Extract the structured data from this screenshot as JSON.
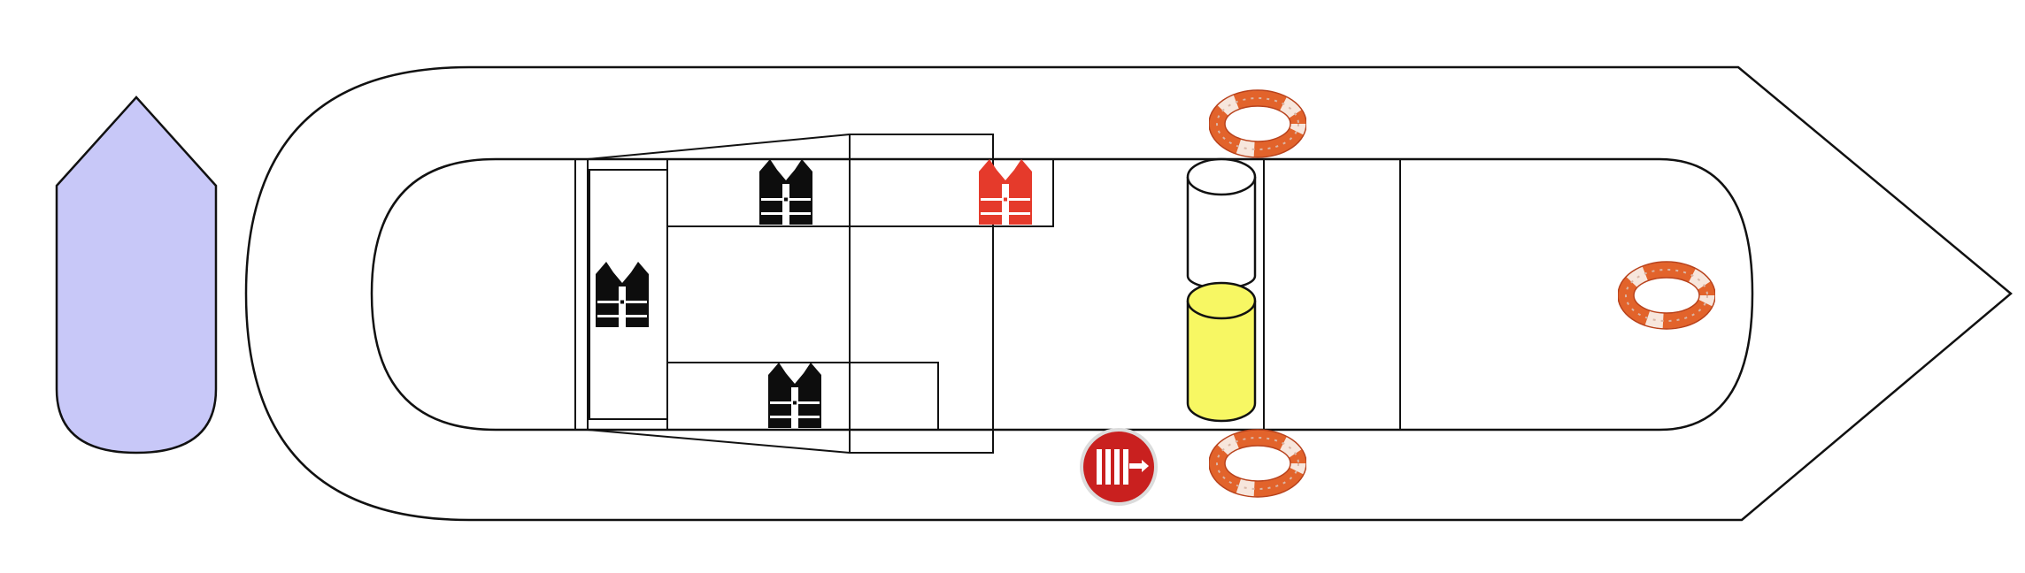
{
  "title_fragment": "",
  "colors": {
    "small_boat_fill": "#c8c8f8",
    "jacket_black": "#0d0d0d",
    "jacket_red": "#e53a2b",
    "cylinder_yellow": "#f7f763",
    "cylinder_empty": "#ffffff",
    "ring_orange": "#e2632b",
    "hose_red": "#c9201f",
    "line": "#111111"
  },
  "symbols": {
    "life_jacket": "life-jacket-icon",
    "life_ring": "life-ring-icon",
    "fire_hose": "fire-hose-reel-icon",
    "gas_cylinder": "gas-cylinder-icon"
  },
  "items": {
    "life_jackets": {
      "black": 3,
      "red": 1
    },
    "life_rings": 3,
    "fire_hose_reels": 1,
    "gas_cylinders": {
      "full": 1,
      "empty": 1
    }
  }
}
